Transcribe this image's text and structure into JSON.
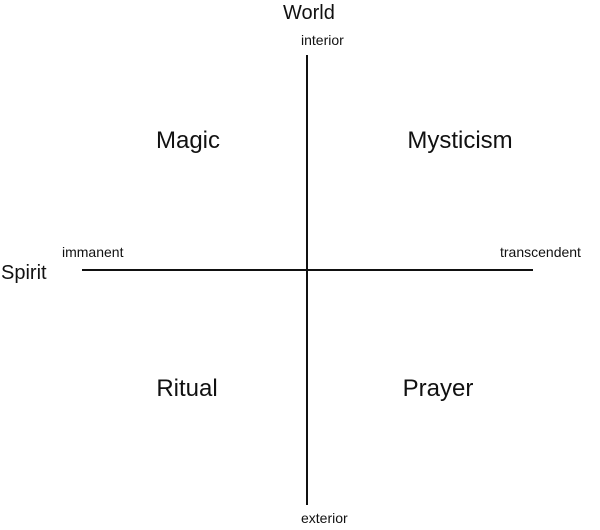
{
  "axes": {
    "vertical": {
      "label": "World",
      "top": "interior",
      "bottom": "exterior"
    },
    "horizontal": {
      "label": "Spirit",
      "left": "immanent",
      "right": "transcendent"
    }
  },
  "quadrants": {
    "top_left": "Magic",
    "top_right": "Mysticism",
    "bottom_left": "Ritual",
    "bottom_right": "Prayer"
  },
  "colors": {
    "line": "#111111",
    "background": "#ffffff"
  }
}
